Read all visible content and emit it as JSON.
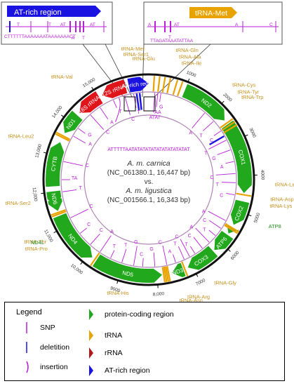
{
  "insets": {
    "left": {
      "title": "AT-rich region",
      "seq": "CTTTTTTAAAAAAATAAAAAAACT",
      "marks": [
        "T",
        "T",
        "AT",
        "AT",
        "A",
        "T"
      ]
    },
    "right": {
      "title": "tRNA-Met",
      "seq": "TTAGATAAATATTAA",
      "marks": [
        "A",
        "AT",
        "T",
        "A",
        "C"
      ]
    }
  },
  "center": {
    "line1": "A. m. carnica",
    "line2": "(NC_061380.1, 16,447 bp)",
    "line3": "vs.",
    "line4": "A. m. ligustica",
    "line5": "(NC_001566.1, 16,343 bp)",
    "insert_seq": "ATTTTTAATATATATATATATATATATAT"
  },
  "ticks": [
    "1000",
    "2000",
    "3000",
    "4000",
    "5000",
    "6000",
    "7000",
    "8,000",
    "9000",
    "10,000",
    "11,000",
    "12,000",
    "13,000",
    "14,000",
    "15,000"
  ],
  "genes": {
    "pcg": [
      "ND2",
      "COX1",
      "COX2",
      "ATP8",
      "ATP6",
      "COX3",
      "ND3",
      "ND5",
      "ND4",
      "ND4L",
      "ND6",
      "CYTB",
      "ND1"
    ],
    "rrna": [
      "12S rRNA",
      "16S rRNA"
    ],
    "atrich": "AT-rich region"
  },
  "trna_labels": [
    "tRNA-Met",
    "tRNA-Ser1",
    "tRNA-Glu",
    "tRNA-Gln",
    "tRNA-Ala",
    "tRNA-Ile",
    "tRNA-Val",
    "tRNA-Cys",
    "tRNA-Tyr",
    "tRNA-Trp",
    "tRNA-Leu1",
    "tRNA-Asp",
    "tRNA-Lys",
    "tRNA-Gly",
    "tRNA-Arg",
    "tRNA-Asn",
    "tRNA-Phe",
    "tRNA-His",
    "tRNA-Pro",
    "tRNA-Thr",
    "tRNA-Ser2",
    "tRNA-Leu2"
  ],
  "inner_bases": [
    "ATAT",
    "AA",
    "G",
    "A",
    "T",
    "C",
    "T",
    "G",
    "A",
    "C",
    "T",
    "C",
    "A",
    "C",
    "T",
    "A",
    "C",
    "T",
    "C",
    "T",
    "A",
    "C",
    "G",
    "C",
    "G",
    "T",
    "T",
    "A",
    "C",
    "C",
    "C",
    "T",
    "TA",
    "C",
    "A",
    "G",
    "C",
    "A",
    "T",
    "C",
    "T"
  ],
  "legend": {
    "title": "Legend",
    "items": [
      {
        "label": "SNP"
      },
      {
        "label": "deletition"
      },
      {
        "label": "insertion"
      },
      {
        "label": "protein-coding region"
      },
      {
        "label": "tRNA"
      },
      {
        "label": "rRNA"
      },
      {
        "label": "AT-rich region"
      }
    ]
  },
  "colors": {
    "pcg": "#22a81c",
    "trna": "#e8a300",
    "rrna": "#e0141b",
    "atrich": "#1a12e0",
    "snp": "#b81fd6",
    "label": "#c7911e",
    "ring_inner": "#b084b6",
    "atp8_label": "#1f8a1f"
  }
}
